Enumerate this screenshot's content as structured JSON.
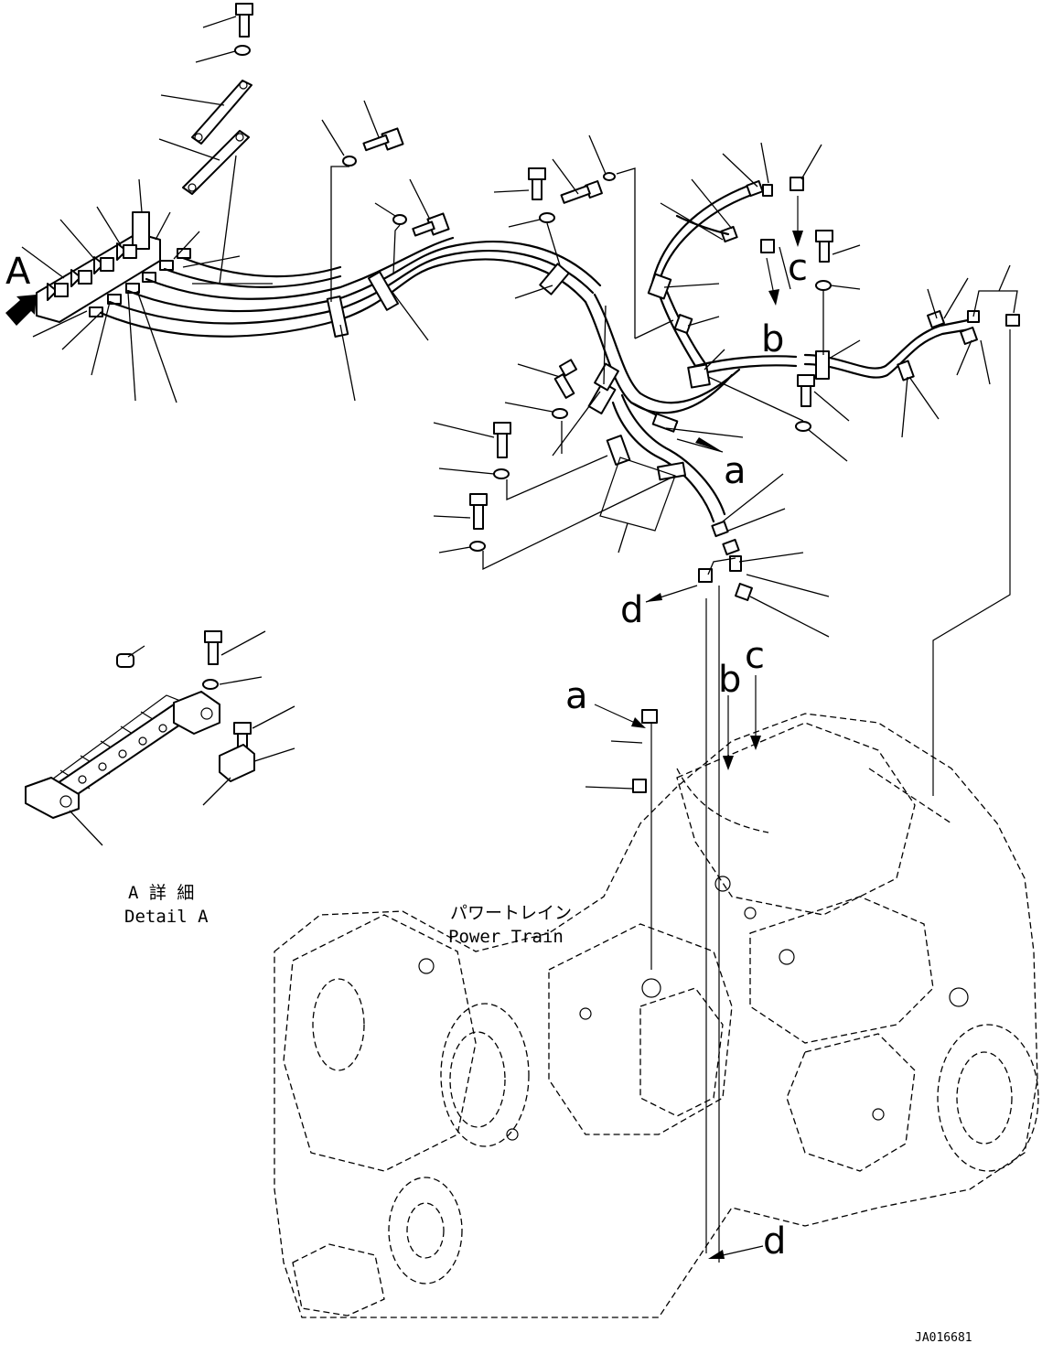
{
  "labels": {
    "view_A": "A",
    "arrow_a_top": "a",
    "arrow_b_top": "b",
    "arrow_c_top": "c",
    "arrow_d_mid": "d",
    "arrow_a_bottom": "a",
    "arrow_b_bottom": "b",
    "arrow_c_bottom": "c",
    "arrow_d_bottom": "d"
  },
  "detail": {
    "title_jp": "A 詳 細",
    "title_en": "Detail A"
  },
  "assembly": {
    "name_jp": "パワートレイン",
    "name_en": "Power Train"
  },
  "drawing_code": "JA016681",
  "colors": {
    "line": "#000000",
    "background": "#ffffff"
  }
}
